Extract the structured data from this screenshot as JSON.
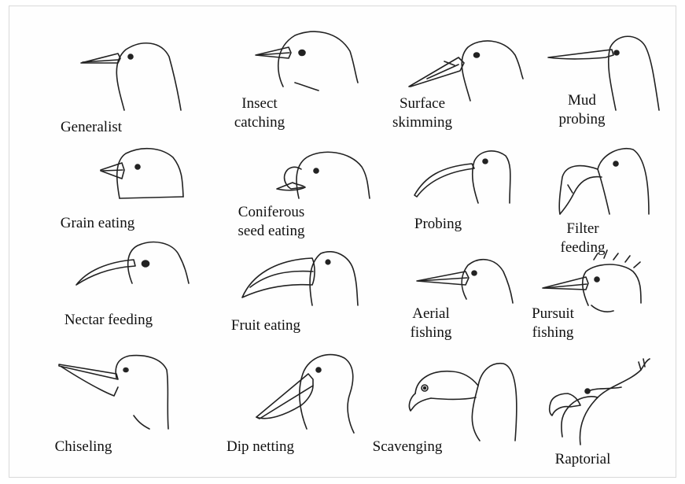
{
  "beaks": [
    {
      "id": "generalist",
      "lines": [
        "Generalist"
      ]
    },
    {
      "id": "insect-catching",
      "lines": [
        "Insect",
        "catching"
      ]
    },
    {
      "id": "surface-skimming",
      "lines": [
        "Surface",
        "skimming"
      ]
    },
    {
      "id": "mud-probing",
      "lines": [
        "Mud",
        "probing"
      ]
    },
    {
      "id": "grain-eating",
      "lines": [
        "Grain eating"
      ]
    },
    {
      "id": "coniferous-seed-eating",
      "lines": [
        "Coniferous",
        "seed eating"
      ]
    },
    {
      "id": "probing",
      "lines": [
        "Probing"
      ]
    },
    {
      "id": "filter-feeding",
      "lines": [
        "Filter",
        "feeding"
      ]
    },
    {
      "id": "nectar-feeding",
      "lines": [
        "Nectar feeding"
      ]
    },
    {
      "id": "fruit-eating",
      "lines": [
        "Fruit eating"
      ]
    },
    {
      "id": "aerial-fishing",
      "lines": [
        "Aerial",
        "fishing"
      ]
    },
    {
      "id": "pursuit-fishing",
      "lines": [
        "Pursuit",
        "fishing"
      ]
    },
    {
      "id": "chiseling",
      "lines": [
        "Chiseling"
      ]
    },
    {
      "id": "dip-netting",
      "lines": [
        "Dip netting"
      ]
    },
    {
      "id": "scavenging",
      "lines": [
        "Scavenging"
      ]
    },
    {
      "id": "raptorial",
      "lines": [
        "Raptorial"
      ]
    }
  ],
  "colors": {
    "ink": "#222222",
    "paper": "#fefefe",
    "border": "#d9d9d9"
  }
}
